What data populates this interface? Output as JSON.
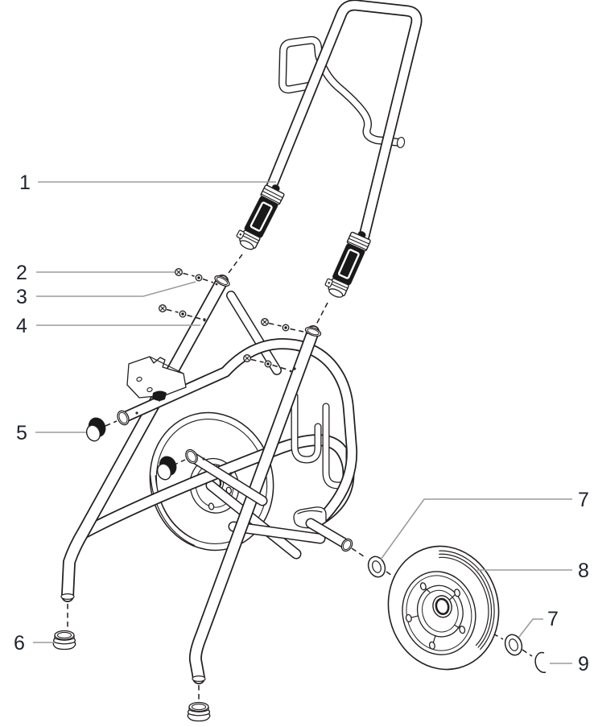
{
  "figure": {
    "kind": "exploded-parts-diagram"
  },
  "colors": {
    "ink": "#231f20",
    "leader": "#9c9c9c",
    "label": "#20242e",
    "background": "#ffffff"
  },
  "callouts": {
    "c1": {
      "label": "1"
    },
    "c2": {
      "label": "2"
    },
    "c3": {
      "label": "3"
    },
    "c4": {
      "label": "4"
    },
    "c5": {
      "label": "5"
    },
    "c6": {
      "label": "6"
    },
    "c7a": {
      "label": "7"
    },
    "c8": {
      "label": "8"
    },
    "c7b": {
      "label": "7"
    },
    "c9": {
      "label": "9"
    }
  }
}
